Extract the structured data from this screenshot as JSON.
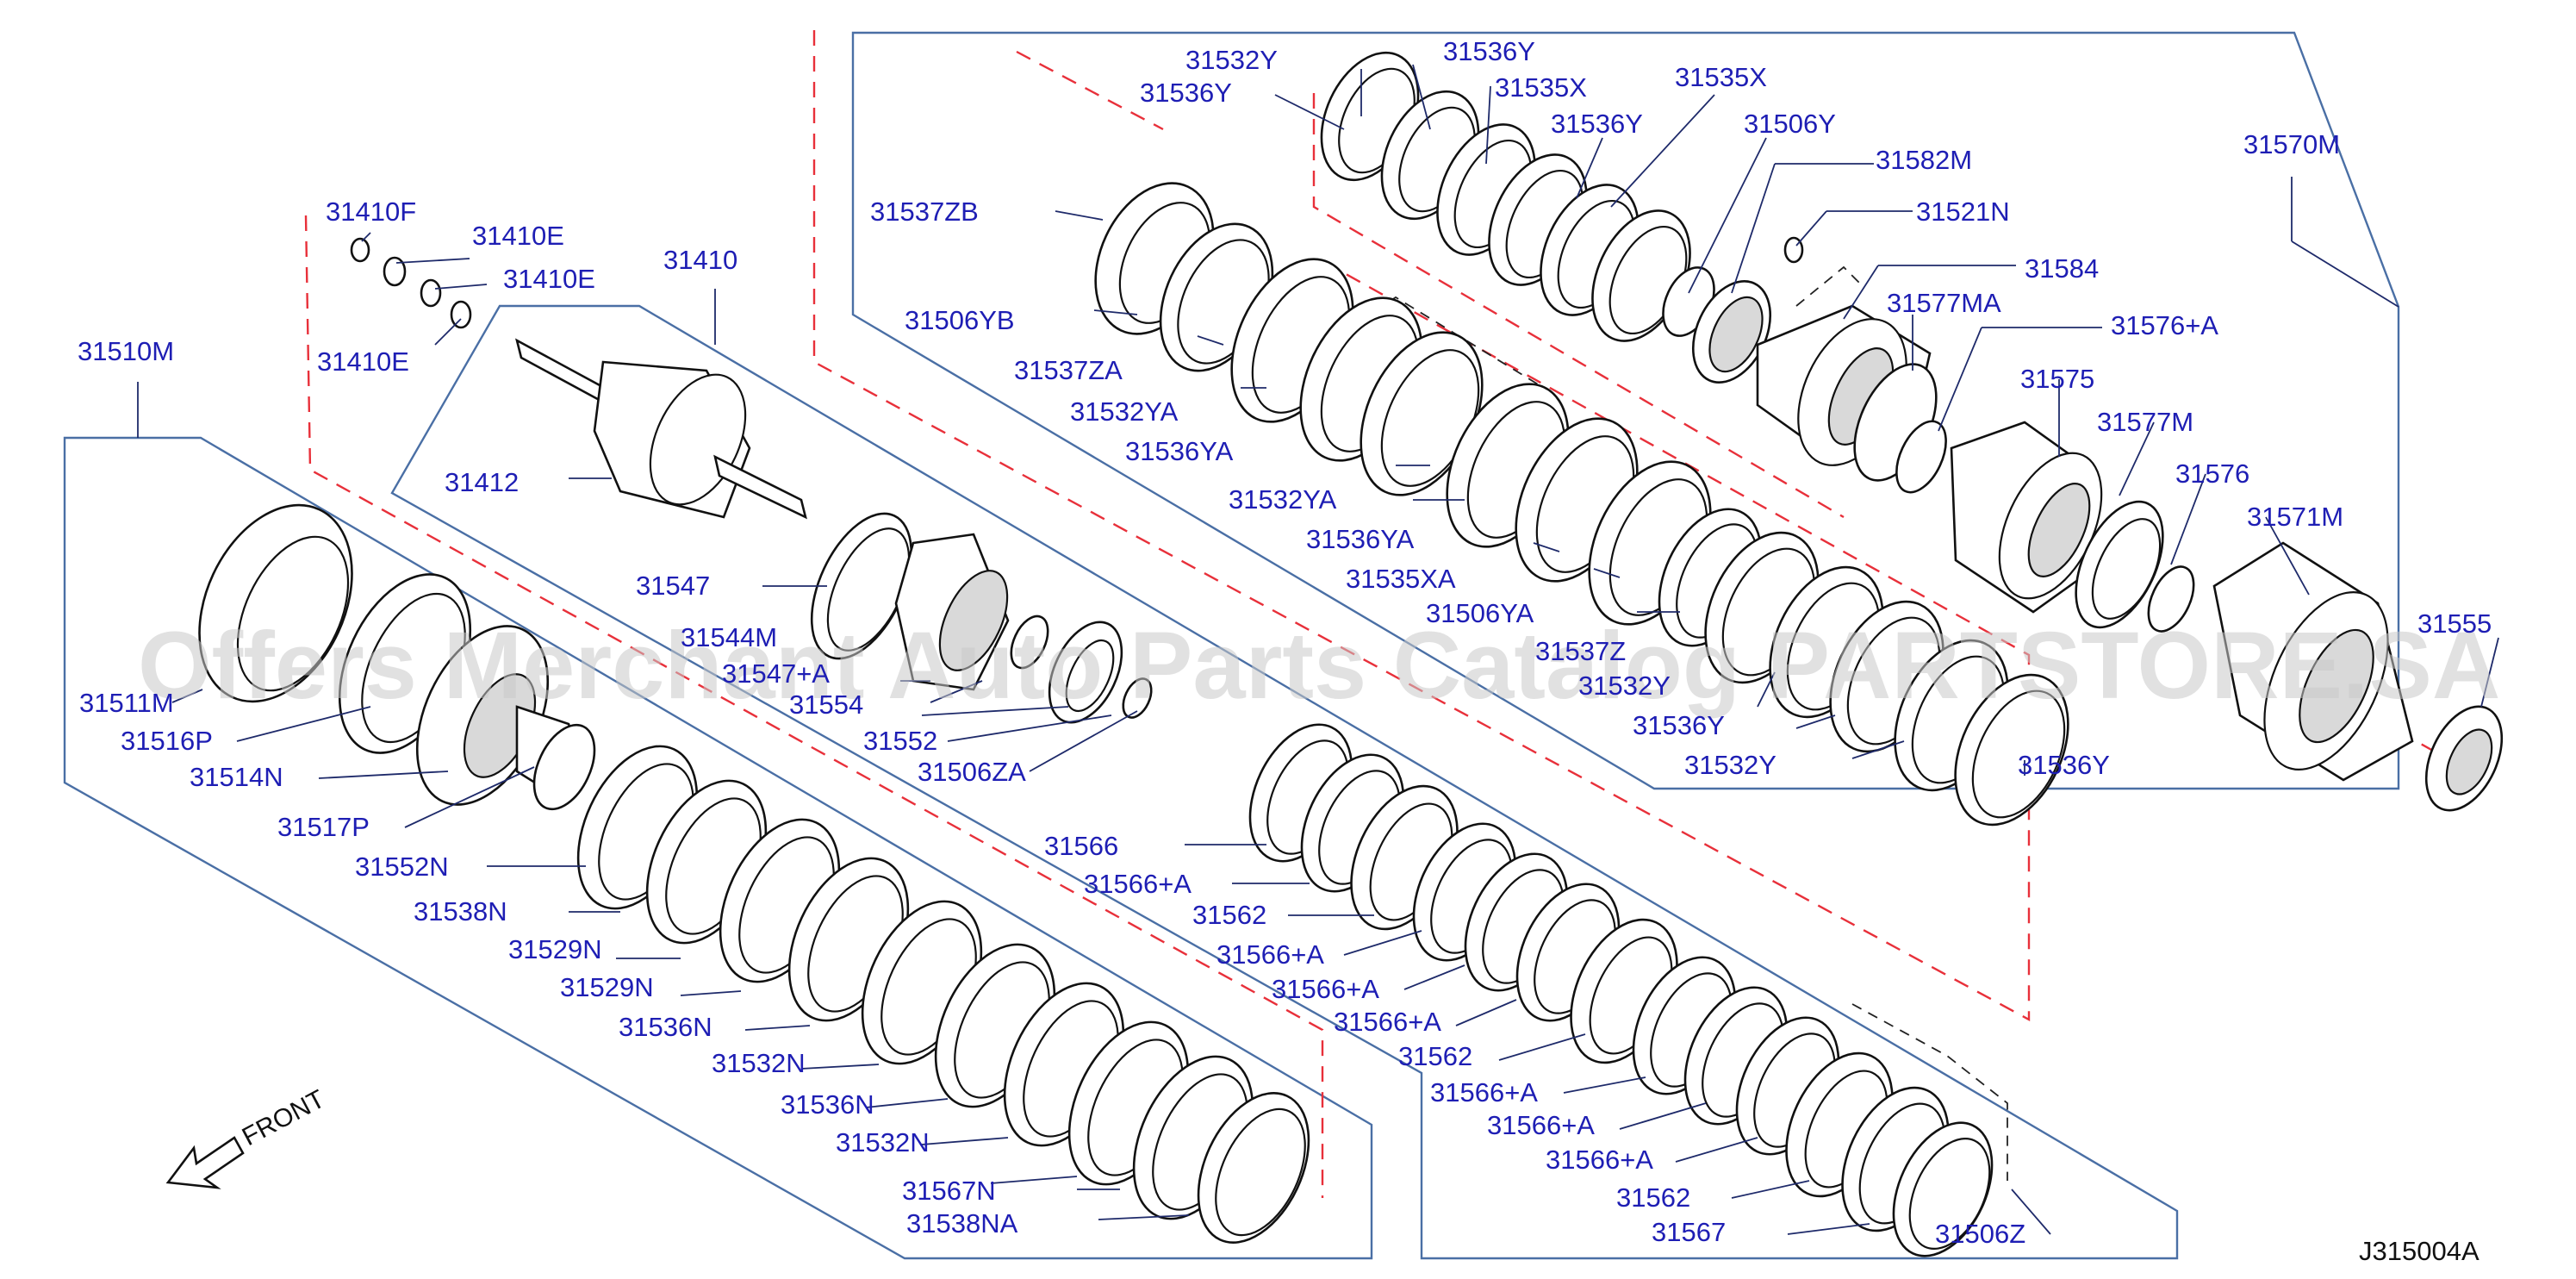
{
  "watermark": "Offers Merchant Auto Parts Catalog PARTSTORE.SA",
  "diagram_code": "J315004A",
  "front_label": "FRONT",
  "labels": {
    "l31532Y_a": "31532Y",
    "l31536Y_a": "31536Y",
    "l31536Y_b": "31536Y",
    "l31535X_a": "31535X",
    "l31535X_b": "31535X",
    "l31536Y_c": "31536Y",
    "l31506Y": "31506Y",
    "l31582M": "31582M",
    "l31570M": "31570M",
    "l31521N": "31521N",
    "l31537ZB": "31537ZB",
    "l31584": "31584",
    "l31577MA": "31577MA",
    "l31576A": "31576+A",
    "l31506YB": "31506YB",
    "l31537ZA": "31537ZA",
    "l31575": "31575",
    "l31532YA_a": "31532YA",
    "l31577M": "31577M",
    "l31536YA_a": "31536YA",
    "l31576": "31576",
    "l31532YA_b": "31532YA",
    "l31571M": "31571M",
    "l31536YA_b": "31536YA",
    "l31535XA": "31535XA",
    "l31506YA": "31506YA",
    "l31537Z": "31537Z",
    "l31532Y_b": "31532Y",
    "l31555": "31555",
    "l31536Y_d": "31536Y",
    "l31532Y_c": "31532Y",
    "l31536Y_e": "31536Y",
    "l31410F": "31410F",
    "l31410E_a": "31410E",
    "l31410": "31410",
    "l31410E_b": "31410E",
    "l31410E_c": "31410E",
    "l31510M": "31510M",
    "l31412": "31412",
    "l31547": "31547",
    "l31544M": "31544M",
    "l31547A": "31547+A",
    "l31554": "31554",
    "l31552": "31552",
    "l31506ZA": "31506ZA",
    "l31511M": "31511M",
    "l31516P": "31516P",
    "l31514N": "31514N",
    "l31517P": "31517P",
    "l31552N": "31552N",
    "l31538N": "31538N",
    "l31529N_a": "31529N",
    "l31529N_b": "31529N",
    "l31536N_a": "31536N",
    "l31532N_a": "31532N",
    "l31536N_b": "31536N",
    "l31532N_b": "31532N",
    "l31567N": "31567N",
    "l31538NA": "31538NA",
    "l31566": "31566",
    "l31566A_a": "31566+A",
    "l31562_a": "31562",
    "l31566A_b": "31566+A",
    "l31566A_c": "31566+A",
    "l31566A_d": "31566+A",
    "l31562_b": "31562",
    "l31566A_e": "31566+A",
    "l31566A_f": "31566+A",
    "l31566A_g": "31566+A",
    "l31562_c": "31562",
    "l31567": "31567",
    "l31506Z": "31506Z"
  }
}
